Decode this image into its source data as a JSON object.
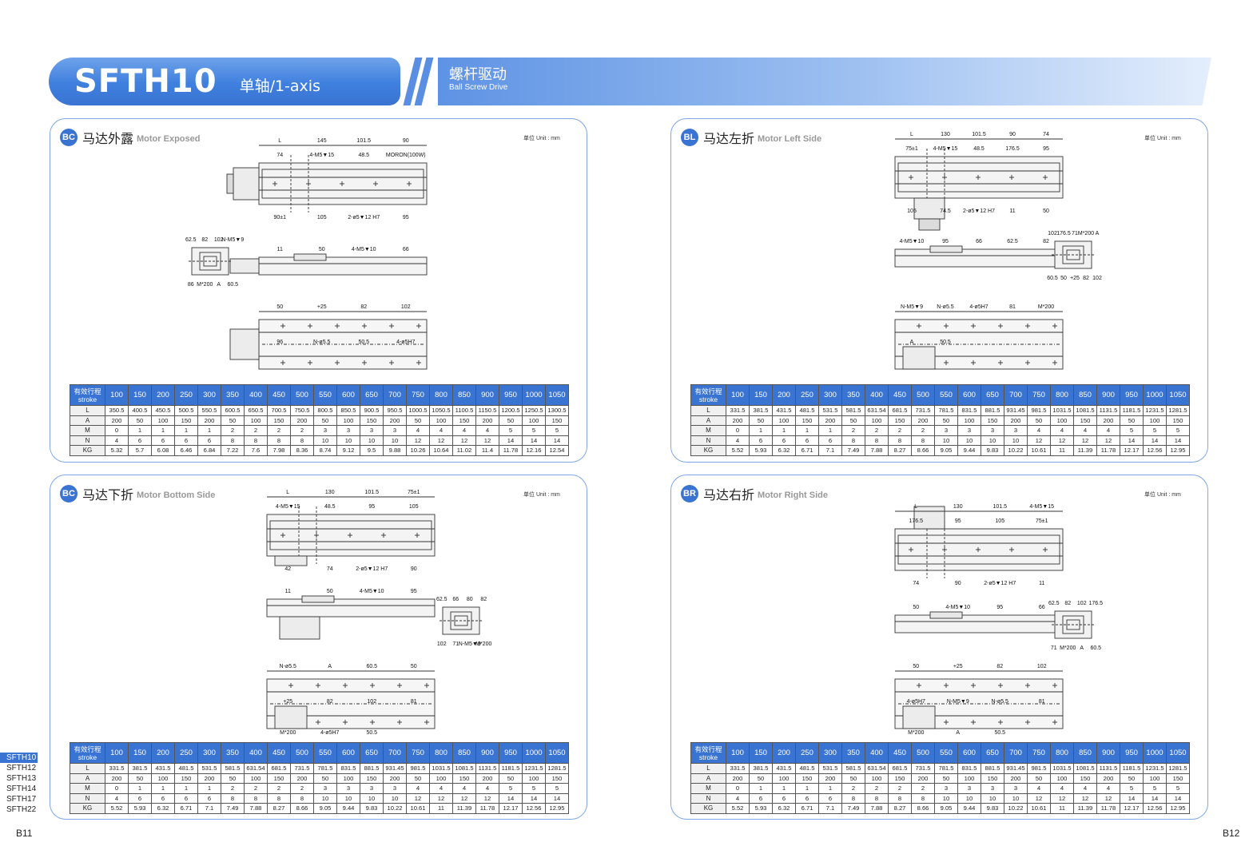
{
  "header": {
    "model": "SFTH10",
    "axis": "单轴/1-axis",
    "drive_cn": "螺杆驱动",
    "drive_en": "Ball Screw Drive"
  },
  "panels": [
    {
      "badge": "BC",
      "title_cn": "马达外露",
      "title_en": "Motor Exposed",
      "unit": "单位 Unit : mm",
      "drawing_labels": [
        "L",
        "145",
        "101.5",
        "90",
        "74",
        "4-M5▼15",
        "48.5",
        "MORON(100W)",
        "90±1",
        "105",
        "2-ø5▼12 H7",
        "95",
        "11",
        "50",
        "4-M5▼10",
        "66",
        "62.5",
        "82",
        "102",
        "N-M5▼9",
        "86",
        "M*200",
        "A",
        "60.5",
        "50",
        "+25",
        "82",
        "102",
        "96",
        "N-ø5.5",
        "50.5",
        "4-ø5H7"
      ],
      "table": {
        "stroke_label": "有效行程 stroke",
        "strokes": [
          "100",
          "150",
          "200",
          "250",
          "300",
          "350",
          "400",
          "450",
          "500",
          "550",
          "600",
          "650",
          "700",
          "750",
          "800",
          "850",
          "900",
          "950",
          "1000",
          "1050"
        ],
        "rows": [
          {
            "label": "L",
            "values": [
              "350.5",
              "400.5",
              "450.5",
              "500.5",
              "550.5",
              "600.5",
              "650.5",
              "700.5",
              "750.5",
              "800.5",
              "850.5",
              "900.5",
              "950.5",
              "1000.5",
              "1050.5",
              "1100.5",
              "1150.5",
              "1200.5",
              "1250.5",
              "1300.5"
            ]
          },
          {
            "label": "A",
            "values": [
              "200",
              "50",
              "100",
              "150",
              "200",
              "50",
              "100",
              "150",
              "200",
              "50",
              "100",
              "150",
              "200",
              "50",
              "100",
              "150",
              "200",
              "50",
              "100",
              "150"
            ]
          },
          {
            "label": "M",
            "values": [
              "0",
              "1",
              "1",
              "1",
              "1",
              "2",
              "2",
              "2",
              "2",
              "3",
              "3",
              "3",
              "3",
              "4",
              "4",
              "4",
              "4",
              "5",
              "5",
              "5"
            ]
          },
          {
            "label": "N",
            "values": [
              "4",
              "6",
              "6",
              "6",
              "6",
              "8",
              "8",
              "8",
              "8",
              "10",
              "10",
              "10",
              "10",
              "12",
              "12",
              "12",
              "12",
              "14",
              "14",
              "14"
            ]
          },
          {
            "label": "KG",
            "values": [
              "5.32",
              "5.7",
              "6.08",
              "6.46",
              "6.84",
              "7.22",
              "7.6",
              "7.98",
              "8.36",
              "8.74",
              "9.12",
              "9.5",
              "9.88",
              "10.26",
              "10.64",
              "11.02",
              "11.4",
              "11.78",
              "12.16",
              "12.54"
            ]
          }
        ]
      }
    },
    {
      "badge": "BL",
      "title_cn": "马达左折",
      "title_en": "Motor Left Side",
      "unit": "单位 Unit : mm",
      "drawing_labels": [
        "L",
        "130",
        "101.5",
        "90",
        "74",
        "75±1",
        "4-M5▼15",
        "48.5",
        "176.5",
        "95",
        "105",
        "74.5",
        "2-ø5▼12 H7",
        "11",
        "50",
        "4-M5▼10",
        "95",
        "66",
        "62.5",
        "82",
        "102",
        "176.5",
        "71",
        "M*200",
        "A",
        "60.5",
        "50",
        "+25",
        "82",
        "102",
        "N-M5▼9",
        "N-ø5.5",
        "4-ø5H7",
        "81",
        "M*200",
        "A",
        "50.5"
      ],
      "table": {
        "stroke_label": "有效行程 stroke",
        "strokes": [
          "100",
          "150",
          "200",
          "250",
          "300",
          "350",
          "400",
          "450",
          "500",
          "550",
          "600",
          "650",
          "700",
          "750",
          "800",
          "850",
          "900",
          "950",
          "1000",
          "1050"
        ],
        "rows": [
          {
            "label": "L",
            "values": [
              "331.5",
              "381.5",
              "431.5",
              "481.5",
              "531.5",
              "581.5",
              "631.54",
              "681.5",
              "731.5",
              "781.5",
              "831.5",
              "881.5",
              "931.45",
              "981.5",
              "1031.5",
              "1081.5",
              "1131.5",
              "1181.5",
              "1231.5",
              "1281.5"
            ]
          },
          {
            "label": "A",
            "values": [
              "200",
              "50",
              "100",
              "150",
              "200",
              "50",
              "100",
              "150",
              "200",
              "50",
              "100",
              "150",
              "200",
              "50",
              "100",
              "150",
              "200",
              "50",
              "100",
              "150"
            ]
          },
          {
            "label": "M",
            "values": [
              "0",
              "1",
              "1",
              "1",
              "1",
              "2",
              "2",
              "2",
              "2",
              "3",
              "3",
              "3",
              "3",
              "4",
              "4",
              "4",
              "4",
              "5",
              "5",
              "5"
            ]
          },
          {
            "label": "N",
            "values": [
              "4",
              "6",
              "6",
              "6",
              "6",
              "8",
              "8",
              "8",
              "8",
              "10",
              "10",
              "10",
              "10",
              "12",
              "12",
              "12",
              "12",
              "14",
              "14",
              "14"
            ]
          },
          {
            "label": "KG",
            "values": [
              "5.52",
              "5.93",
              "6.32",
              "6.71",
              "7.1",
              "7.49",
              "7.88",
              "8.27",
              "8.66",
              "9.05",
              "9.44",
              "9.83",
              "10.22",
              "10.61",
              "11",
              "11.39",
              "11.78",
              "12.17",
              "12.56",
              "12.95"
            ]
          }
        ]
      }
    },
    {
      "badge": "BC",
      "title_cn": "马达下折",
      "title_en": "Motor Bottom Side",
      "unit": "单位 Unit : mm",
      "drawing_labels": [
        "L",
        "130",
        "101.5",
        "75±1",
        "4-M5▼15",
        "48.5",
        "95",
        "105",
        "42",
        "74",
        "2-ø5▼12 H7",
        "90",
        "11",
        "50",
        "4-M5▼10",
        "95",
        "62.5",
        "66",
        "80",
        "82",
        "102",
        "71",
        "N-M5▼9",
        "M*200",
        "N-ø5.5",
        "A",
        "60.5",
        "50",
        "+25",
        "82",
        "102",
        "81",
        "M*200",
        "4-ø5H7",
        "50.5"
      ],
      "table": {
        "stroke_label": "有效行程 stroke",
        "strokes": [
          "100",
          "150",
          "200",
          "250",
          "300",
          "350",
          "400",
          "450",
          "500",
          "550",
          "600",
          "650",
          "700",
          "750",
          "800",
          "850",
          "900",
          "950",
          "1000",
          "1050"
        ],
        "rows": [
          {
            "label": "L",
            "values": [
              "331.5",
              "381.5",
              "431.5",
              "481.5",
              "531.5",
              "581.5",
              "631.54",
              "681.5",
              "731.5",
              "781.5",
              "831.5",
              "881.5",
              "931.45",
              "981.5",
              "1031.5",
              "1081.5",
              "1131.5",
              "1181.5",
              "1231.5",
              "1281.5"
            ]
          },
          {
            "label": "A",
            "values": [
              "200",
              "50",
              "100",
              "150",
              "200",
              "50",
              "100",
              "150",
              "200",
              "50",
              "100",
              "150",
              "200",
              "50",
              "100",
              "150",
              "200",
              "50",
              "100",
              "150"
            ]
          },
          {
            "label": "M",
            "values": [
              "0",
              "1",
              "1",
              "1",
              "1",
              "2",
              "2",
              "2",
              "2",
              "3",
              "3",
              "3",
              "3",
              "4",
              "4",
              "4",
              "4",
              "5",
              "5",
              "5"
            ]
          },
          {
            "label": "N",
            "values": [
              "4",
              "6",
              "6",
              "6",
              "6",
              "8",
              "8",
              "8",
              "8",
              "10",
              "10",
              "10",
              "10",
              "12",
              "12",
              "12",
              "12",
              "14",
              "14",
              "14"
            ]
          },
          {
            "label": "KG",
            "values": [
              "5.52",
              "5.93",
              "6.32",
              "6.71",
              "7.1",
              "7.49",
              "7.88",
              "8.27",
              "8.66",
              "9.05",
              "9.44",
              "9.83",
              "10.22",
              "10.61",
              "11",
              "11.39",
              "11.78",
              "12.17",
              "12.56",
              "12.95"
            ]
          }
        ]
      }
    },
    {
      "badge": "BR",
      "title_cn": "马达右折",
      "title_en": "Motor Right Side",
      "unit": "单位 Unit : mm",
      "drawing_labels": [
        "L",
        "130",
        "101.5",
        "4-M5▼15",
        "176.5",
        "95",
        "105",
        "75±1",
        "74",
        "90",
        "2-ø5▼12 H7",
        "11",
        "50",
        "4-M5▼10",
        "95",
        "66",
        "62.5",
        "82",
        "102",
        "176.5",
        "71",
        "M*200",
        "A",
        "60.5",
        "50",
        "+25",
        "82",
        "102",
        "4-ø5H7",
        "N-M5▼9",
        "N-ø5.5",
        "81",
        "M*200",
        "A",
        "50.5"
      ],
      "table": {
        "stroke_label": "有效行程 stroke",
        "strokes": [
          "100",
          "150",
          "200",
          "250",
          "300",
          "350",
          "400",
          "450",
          "500",
          "550",
          "600",
          "650",
          "700",
          "750",
          "800",
          "850",
          "900",
          "950",
          "1000",
          "1050"
        ],
        "rows": [
          {
            "label": "L",
            "values": [
              "331.5",
              "381.5",
              "431.5",
              "481.5",
              "531.5",
              "581.5",
              "631.54",
              "681.5",
              "731.5",
              "781.5",
              "831.5",
              "881.5",
              "931.45",
              "981.5",
              "1031.5",
              "1081.5",
              "1131.5",
              "1181.5",
              "1231.5",
              "1281.5"
            ]
          },
          {
            "label": "A",
            "values": [
              "200",
              "50",
              "100",
              "150",
              "200",
              "50",
              "100",
              "150",
              "200",
              "50",
              "100",
              "150",
              "200",
              "50",
              "100",
              "150",
              "200",
              "50",
              "100",
              "150"
            ]
          },
          {
            "label": "M",
            "values": [
              "0",
              "1",
              "1",
              "1",
              "1",
              "2",
              "2",
              "2",
              "2",
              "3",
              "3",
              "3",
              "3",
              "4",
              "4",
              "4",
              "4",
              "5",
              "5",
              "5"
            ]
          },
          {
            "label": "N",
            "values": [
              "4",
              "6",
              "6",
              "6",
              "6",
              "8",
              "8",
              "8",
              "8",
              "10",
              "10",
              "10",
              "10",
              "12",
              "12",
              "12",
              "12",
              "14",
              "14",
              "14"
            ]
          },
          {
            "label": "KG",
            "values": [
              "5.52",
              "5.93",
              "6.32",
              "6.71",
              "7.1",
              "7.49",
              "7.88",
              "8.27",
              "8.66",
              "9.05",
              "9.44",
              "9.83",
              "10.22",
              "10.61",
              "11",
              "11.39",
              "11.78",
              "12.17",
              "12.56",
              "12.95"
            ]
          }
        ]
      }
    }
  ],
  "side_models": [
    "SFTH10",
    "SFTH12",
    "SFTH13",
    "SFTH14",
    "SFTH17",
    "SFTH22"
  ],
  "active_model": "SFTH10",
  "page_left": "B11",
  "page_right": "B12",
  "colors": {
    "accent": "#3a74d2",
    "panel_border": "#7ea7e6",
    "table_header": "#3a74d2"
  }
}
